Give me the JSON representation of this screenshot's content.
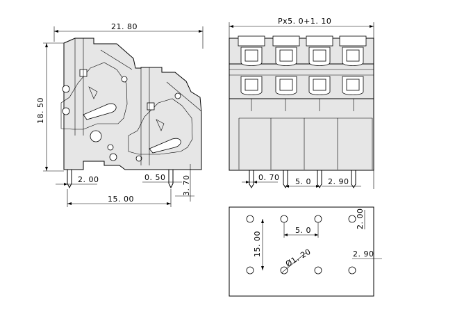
{
  "side_view": {
    "dim_width": "21. 80",
    "dim_height": "18. 50",
    "dim_pin_offset": "2. 00",
    "dim_pin_width": "0. 50",
    "dim_pin_length": "3. 70",
    "dim_pin_pitch": "15. 00"
  },
  "front_view": {
    "dim_total_width": "Px5. 0+1. 10",
    "dim_pin_thickness": "0. 70",
    "dim_pitch": "5. 0",
    "dim_end_offset": "2. 90"
  },
  "pcb_view": {
    "dim_row_spacing": "15. 00",
    "dim_pitch": "5. 0",
    "dim_offset": "2. 00",
    "dim_hole_diameter": "Ø1. 20",
    "dim_end_offset": "2. 90"
  }
}
